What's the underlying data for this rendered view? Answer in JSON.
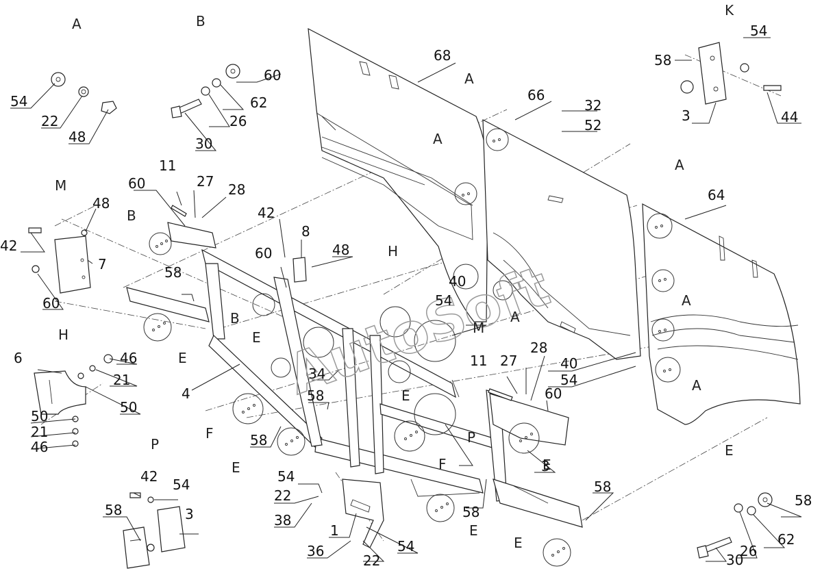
{
  "watermark": "AutoSoft",
  "section_labels": [
    "A",
    "B",
    "M",
    "H",
    "P",
    "K",
    "E",
    "A",
    "A",
    "A",
    "A",
    "A",
    "A",
    "B",
    "B",
    "E",
    "E",
    "E",
    "F",
    "F",
    "E",
    "E",
    "M",
    "P",
    "H",
    "E",
    "E"
  ],
  "callouts": [
    "54",
    "22",
    "48",
    "60",
    "62",
    "26",
    "30",
    "68",
    "66",
    "32",
    "52",
    "58",
    "54",
    "3",
    "44",
    "64",
    "11",
    "27",
    "28",
    "60",
    "42",
    "8",
    "48",
    "48",
    "42",
    "7",
    "60",
    "58",
    "60",
    "6",
    "46",
    "21",
    "50",
    "50",
    "21",
    "46",
    "4",
    "34",
    "58",
    "58",
    "40",
    "54",
    "11",
    "27",
    "28",
    "40",
    "54",
    "60",
    "3",
    "58",
    "42",
    "54",
    "58",
    "3",
    "54",
    "22",
    "38",
    "1",
    "36",
    "22",
    "54",
    "58",
    "58",
    "62",
    "26",
    "30"
  ]
}
